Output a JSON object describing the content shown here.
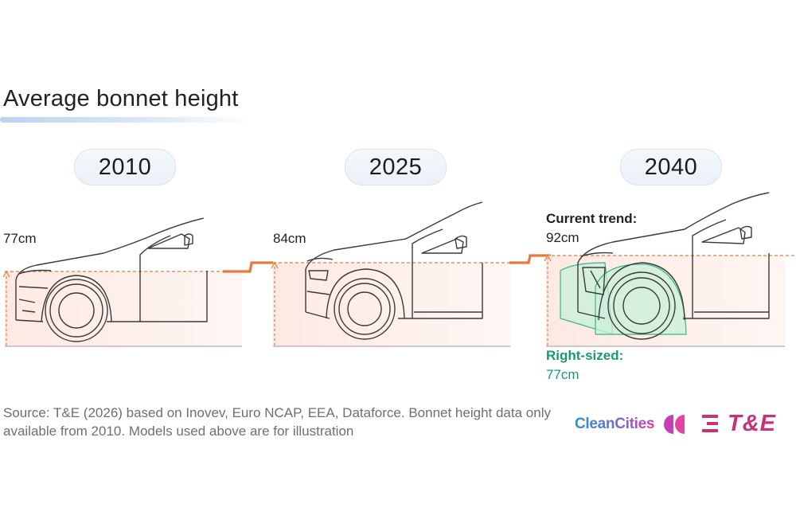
{
  "title": "Average bonnet height",
  "years": [
    "2010",
    "2025",
    "2040"
  ],
  "heights": {
    "y2010": "77cm",
    "y2025": "84cm"
  },
  "trend": {
    "label": "Current trend:",
    "value": "92cm"
  },
  "right_sized": {
    "label": "Right-sized:",
    "value": "77cm"
  },
  "source": "Source: T&E (2026) based on Inovev, Euro NCAP, EEA, Dataforce. Bonnet height data only available from 2010. Models used above are for illustration",
  "logos": {
    "clean_cities": "CleanCities",
    "te": "T&E"
  },
  "colors": {
    "accent_orange": "#e8793e",
    "right_sized_green": "#1a9a6a",
    "clean_cities_blue": "#2a8fd8",
    "clean_cities_pink": "#d63bb0",
    "te_pink": "#c8327a",
    "outline": "#3a3a3a",
    "pill_bg": "#eef3f8"
  }
}
